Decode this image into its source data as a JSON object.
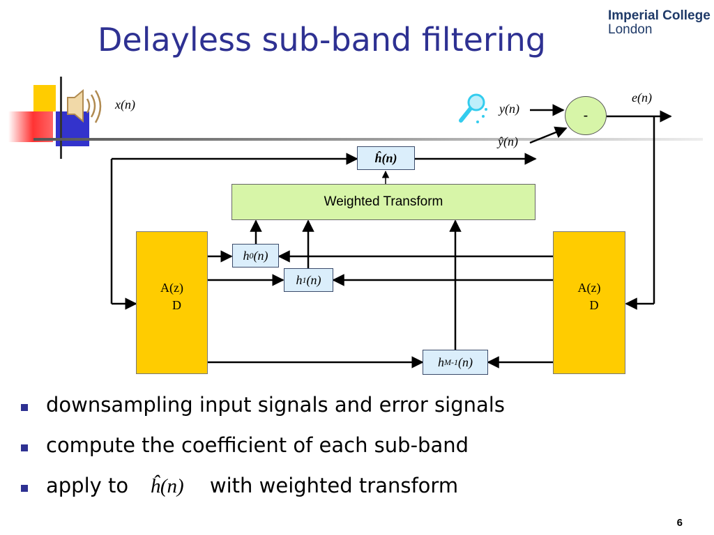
{
  "slide": {
    "title": "Delayless sub-band filtering",
    "page_number": "6"
  },
  "logo": {
    "line1": "Imperial College",
    "line2": "London"
  },
  "diagram": {
    "input_label": "x(n)",
    "desired_label": "y(n)",
    "estimate_label": "ŷ(n)",
    "error_label": "e(n)",
    "sum_sign": "-",
    "fullband_filter": "ĥ(n)",
    "weighted_transform": "Weighted Transform",
    "analysis_left": {
      "line1": "A(z)",
      "line2": "D"
    },
    "analysis_right": {
      "line1": "A(z)",
      "line2": "D"
    },
    "subband_filters": {
      "h0": {
        "base": "h",
        "sub": "0",
        "arg": "(n)"
      },
      "h1": {
        "base": "h",
        "sub": "1",
        "arg": "(n)"
      },
      "hM": {
        "base": "h",
        "sub": "M-1",
        "arg": "(n)"
      }
    },
    "icons": [
      "speaker-icon",
      "microphone-icon"
    ]
  },
  "bullets": [
    {
      "text": "downsampling input signals and error signals"
    },
    {
      "text": "compute the coefficient of each sub-band"
    },
    {
      "pre": "apply to",
      "formula": "ĥ(n)",
      "post": "with weighted transform"
    }
  ]
}
